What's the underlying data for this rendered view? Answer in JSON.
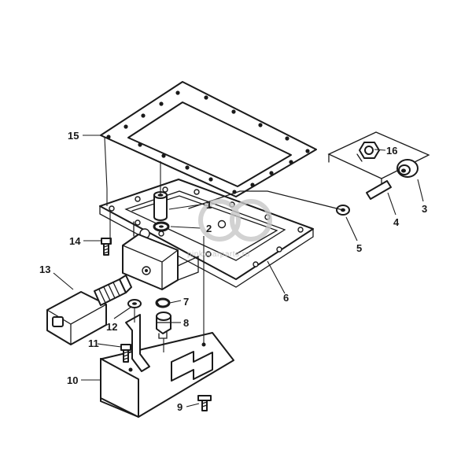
{
  "callouts": {
    "c1": "1",
    "c2": "2",
    "c3": "3",
    "c4": "4",
    "c5": "5",
    "c6": "6",
    "c7": "7",
    "c8": "8",
    "c9": "9",
    "c10": "10",
    "c11": "11",
    "c12": "12",
    "c13": "13",
    "c14": "14",
    "c15": "15",
    "c16": "16"
  },
  "watermark": {
    "text": "pinkocarparts.ru"
  },
  "colors": {
    "ink": "#1a1a1a",
    "paper": "#ffffff",
    "watermark": "#b9b9b9"
  }
}
